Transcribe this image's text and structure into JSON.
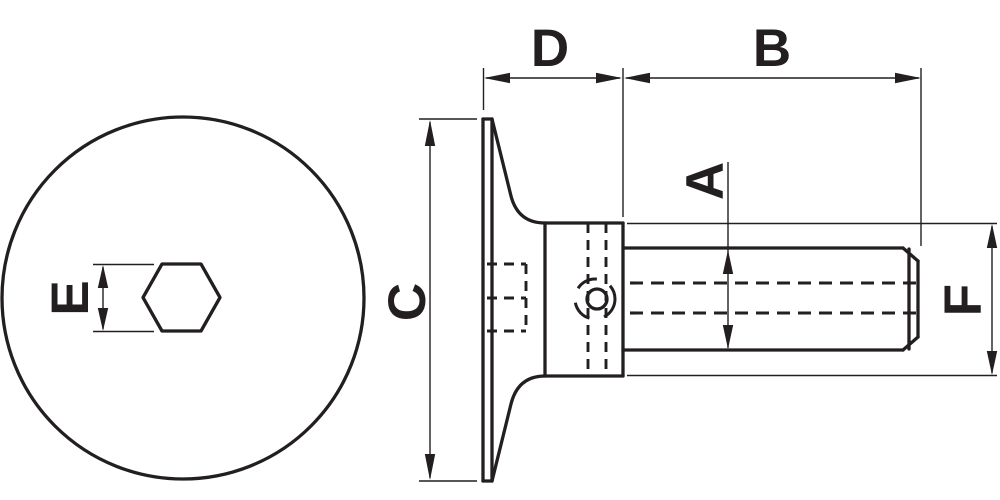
{
  "diagram": {
    "labels": {
      "d": "D",
      "b": "B",
      "a": "A",
      "c": "C",
      "e": "E",
      "f": "F"
    },
    "colors": {
      "line": "#231f20",
      "background": "#ffffff"
    }
  }
}
